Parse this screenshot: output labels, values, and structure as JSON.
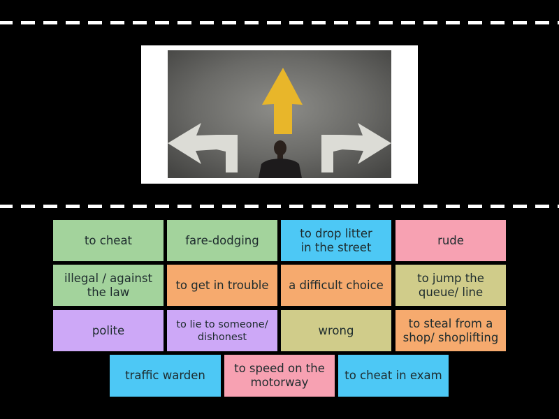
{
  "colors": {
    "background": "#000000",
    "green": "#A3D39C",
    "blue": "#4DC8F5",
    "pink": "#F7A1B2",
    "orange": "#F6AA6E",
    "olive": "#D0CC8A",
    "purple": "#CDA8F7",
    "text": "#1D2B2D"
  },
  "image": {
    "description": "man facing a wall with three arrows: left, straight up (yellow), right"
  },
  "tiles": [
    {
      "label": "to cheat",
      "color": "green"
    },
    {
      "label": "fare-dodging",
      "color": "green"
    },
    {
      "label": "to drop litter in the street",
      "color": "blue"
    },
    {
      "label": "rude",
      "color": "pink"
    },
    {
      "label": "illegal / against the law",
      "color": "green"
    },
    {
      "label": "to get in trouble",
      "color": "orange"
    },
    {
      "label": "a difficult choice",
      "color": "orange"
    },
    {
      "label": "to jump the queue/ line",
      "color": "olive"
    },
    {
      "label": "polite",
      "color": "purple"
    },
    {
      "label": "to lie to someone/ dishonest",
      "color": "purple"
    },
    {
      "label": "wrong",
      "color": "olive"
    },
    {
      "label": "to steal from a shop/ shoplifting",
      "color": "orange"
    },
    {
      "label": "traffic warden",
      "color": "blue"
    },
    {
      "label": "to speed on the motorway",
      "color": "pink"
    },
    {
      "label": "to cheat in exam",
      "color": "blue"
    }
  ]
}
